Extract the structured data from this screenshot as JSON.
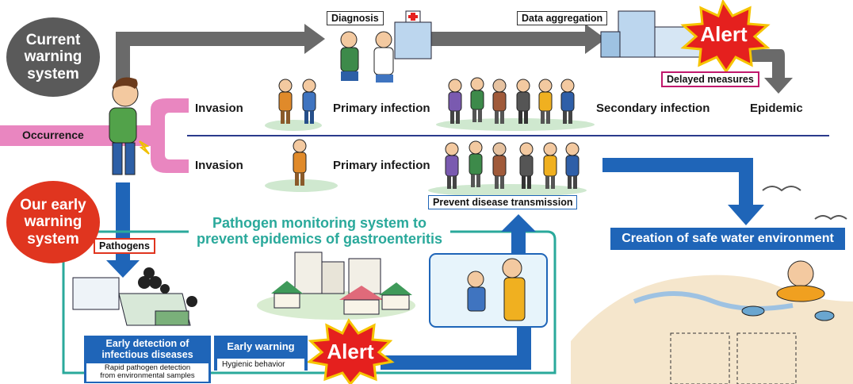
{
  "colors": {
    "current_circle": "#5a5a5a",
    "early_circle": "#e0351f",
    "occurrence": "#e986c0",
    "blue_arrow": "#1f65b8",
    "gray_arrow": "#6a6a6a",
    "teal_frame": "#2aa99b",
    "alert_red": "#e5201e",
    "alert_yellow": "#f6c400",
    "divider": "#2a3a8c"
  },
  "current_system": {
    "label": "Current warning system"
  },
  "early_system": {
    "label": "Our early warning system"
  },
  "occurrence": {
    "label": "Occurrence"
  },
  "top_row": {
    "diagnosis": "Diagnosis",
    "data_aggregation": "Data aggregation",
    "alert": "Alert",
    "delayed_measures": "Delayed measures",
    "invasion": "Invasion",
    "primary_infection": "Primary infection",
    "secondary_infection": "Secondary infection",
    "epidemic": "Epidemic"
  },
  "bottom_row": {
    "invasion": "Invasion",
    "primary_infection": "Primary infection",
    "prevent_transmission": "Prevent disease transmission",
    "safe_water": "Creation of safe water environment"
  },
  "monitoring": {
    "title_line1": "Pathogen monitoring system to",
    "title_line2": "prevent epidemics of gastroenteritis",
    "pathogens": "Pathogens",
    "early_detection_line1": "Early detection of",
    "early_detection_line2": "infectious diseases",
    "rapid_line1": "Rapid pathogen detection",
    "rapid_line2": "from environmental samples",
    "early_warning": "Early warning",
    "hygienic": "Hygienic behavior",
    "alert": "Alert"
  }
}
